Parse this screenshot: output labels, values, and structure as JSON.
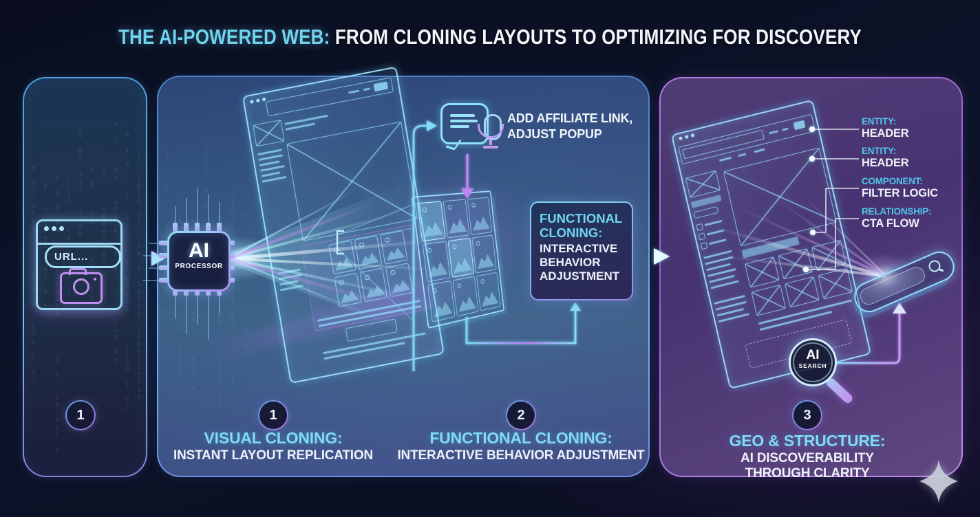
{
  "title": {
    "highlight": "THE AI-POWERED WEB:",
    "rest": " FROM CLONING LAYOUTS TO OPTIMIZING FOR DISCOVERY"
  },
  "colors": {
    "accent_cyan": "#6fd9f2",
    "accent_purple": "#b57df0",
    "title_cyan": "#6fd3ec",
    "text_white": "#eef2fa",
    "background": "#0b1024",
    "panel3_border": "#a06bd8"
  },
  "icons": {
    "browser_window": "browser-window-icon",
    "camera": "camera-icon",
    "cpu_chip": "cpu-chip-icon",
    "speech_bubble": "speech-bubble-icon",
    "microphone": "microphone-icon",
    "magnifier_badge": "ai-search-magnifier-icon",
    "search_bar": "search-bar-icon",
    "sparkle": "sparkle-icon"
  },
  "panel1": {
    "browser": {
      "url_text": "URL..."
    }
  },
  "chip": {
    "label": "AI",
    "sublabel": "PROCESSOR"
  },
  "panel2": {
    "bubble_note_line1": "ADD AFFILIATE LINK,",
    "bubble_note_line2": "ADJUST POPUP",
    "func_box": {
      "heading": "FUNCTIONAL CLONING:",
      "body": "INTERACTIVE BEHAVIOR ADJUSTMENT"
    }
  },
  "panel3": {
    "callouts": [
      {
        "type": "ENTITY:",
        "value": "HEADER"
      },
      {
        "type": "ENTITY:",
        "value": "HEADER"
      },
      {
        "type": "COMPONENT:",
        "value": "FILTER LOGIC"
      },
      {
        "type": "RELATIONSHIP:",
        "value": "CTA FLOW"
      }
    ],
    "search_badge": {
      "line1": "AI",
      "line2": "SEARCH"
    }
  },
  "steps": [
    {
      "number": "1",
      "title": "",
      "subtitle": ""
    },
    {
      "number": "1",
      "title": "VISUAL CLONING:",
      "subtitle": "INSTANT LAYOUT REPLICATION"
    },
    {
      "number": "2",
      "title": "FUNCTIONAL CLONING:",
      "subtitle": "INTERACTIVE BEHAVIOR ADJUSTMENT"
    },
    {
      "number": "3",
      "title": "GEO & STRUCTURE:",
      "subtitle": "AI DISCOVERABILITY THROUGH CLARITY"
    }
  ]
}
